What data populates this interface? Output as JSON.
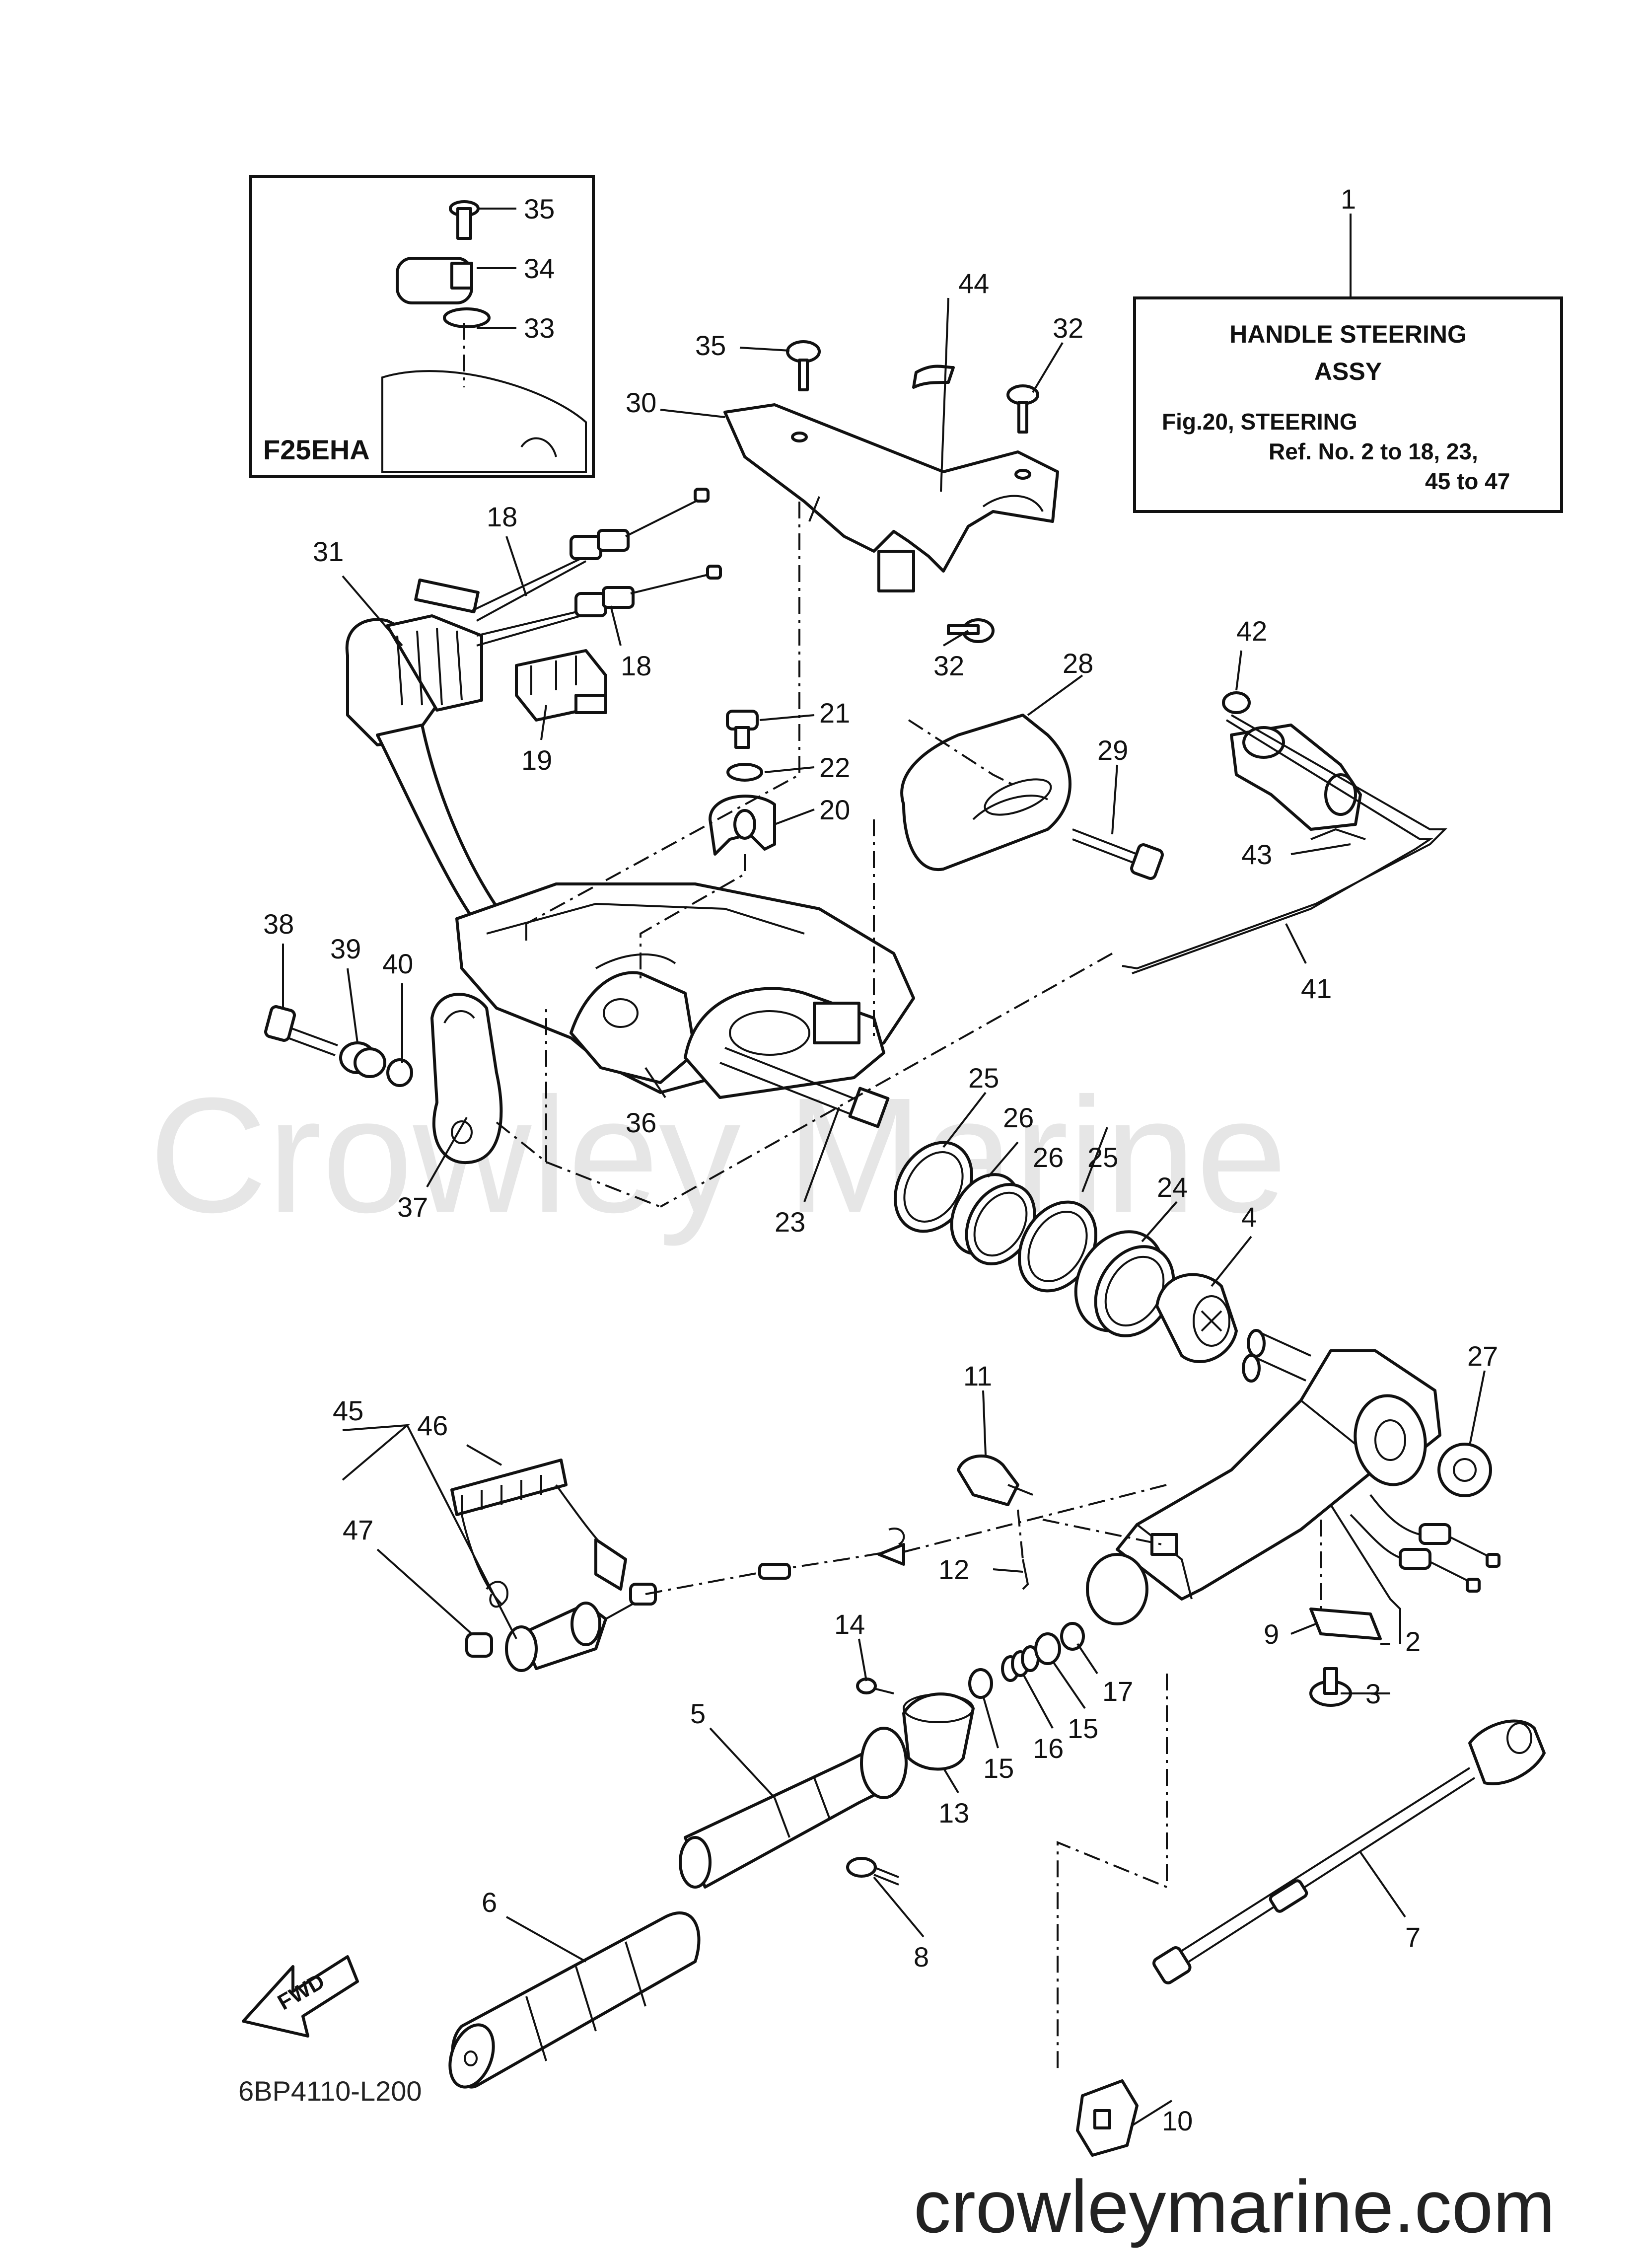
{
  "watermark": "Crowley Marine",
  "footer_url": "crowleymarine.com",
  "diagram_code": "6BP4110-L200",
  "inset": {
    "label": "F25EHA"
  },
  "handle_box": {
    "title_line1": "HANDLE STEERING",
    "title_line2": "ASSY",
    "ref_line1": "Fig.20, STEERING",
    "ref_line2": "Ref. No. 2 to 18, 23,",
    "ref_line3": "45 to 47"
  },
  "fwd_label": "FWD",
  "callouts": {
    "n1": "1",
    "n2": "2",
    "n3": "3",
    "n4": "4",
    "n5": "5",
    "n6": "6",
    "n7": "7",
    "n8": "8",
    "n9": "9",
    "n10": "10",
    "n11": "11",
    "n12": "12",
    "n13": "13",
    "n14": "14",
    "n15a": "15",
    "n15b": "15",
    "n16": "16",
    "n17": "17",
    "n18a": "18",
    "n18b": "18",
    "n19": "19",
    "n20": "20",
    "n21": "21",
    "n22": "22",
    "n23": "23",
    "n24": "24",
    "n25a": "25",
    "n25b": "25",
    "n26a": "26",
    "n26b": "26",
    "n27": "27",
    "n28": "28",
    "n29": "29",
    "n30": "30",
    "n31": "31",
    "n32a": "32",
    "n32b": "32",
    "n33": "33",
    "n34": "34",
    "n35a": "35",
    "n35b": "35",
    "n36": "36",
    "n37": "37",
    "n38": "38",
    "n39": "39",
    "n40": "40",
    "n41": "41",
    "n42": "42",
    "n43": "43",
    "n44": "44",
    "n45": "45",
    "n46": "46",
    "n47": "47"
  }
}
